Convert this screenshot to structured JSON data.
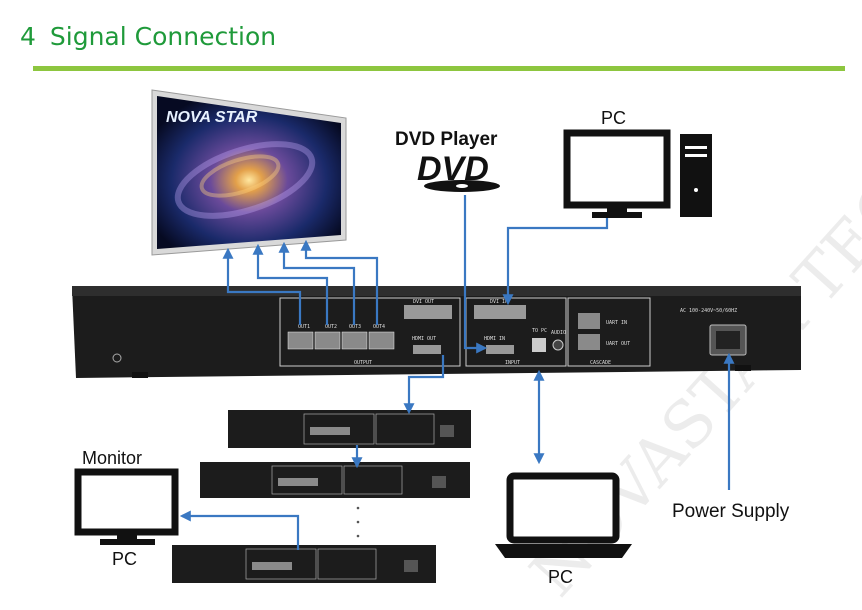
{
  "heading": {
    "number": "4",
    "text": "Signal Connection"
  },
  "labels": {
    "pc_top": "PC",
    "dvd_player": "DVD Player",
    "dvd_logo": "DVD",
    "monitor": "Monitor",
    "pc_left": "PC",
    "pc_laptop": "PC",
    "power_supply": "Power Supply"
  },
  "screen": {
    "brand": "NOVA STAR"
  },
  "device": {
    "ports": [
      "OUT1",
      "OUT2",
      "OUT3",
      "OUT4"
    ],
    "dvi_out": "DVI OUT",
    "hdmi_out": "HDMI OUT",
    "output": "OUTPUT",
    "dvi_in": "DVI IN",
    "hdmi_in": "HDMI IN",
    "to_pc": "TO PC",
    "audio": "AUDIO",
    "input": "INPUT",
    "uart_in": "UART IN",
    "uart_out": "UART OUT",
    "cascade": "CASCADE",
    "ac": "AC 100-240V~50/60HZ"
  },
  "watermark": "NOVASTAR TECH CO.,LTD",
  "colors": {
    "title": "#1f9a3a",
    "rule": "#8dc63f",
    "cable": "#3a78c2"
  }
}
